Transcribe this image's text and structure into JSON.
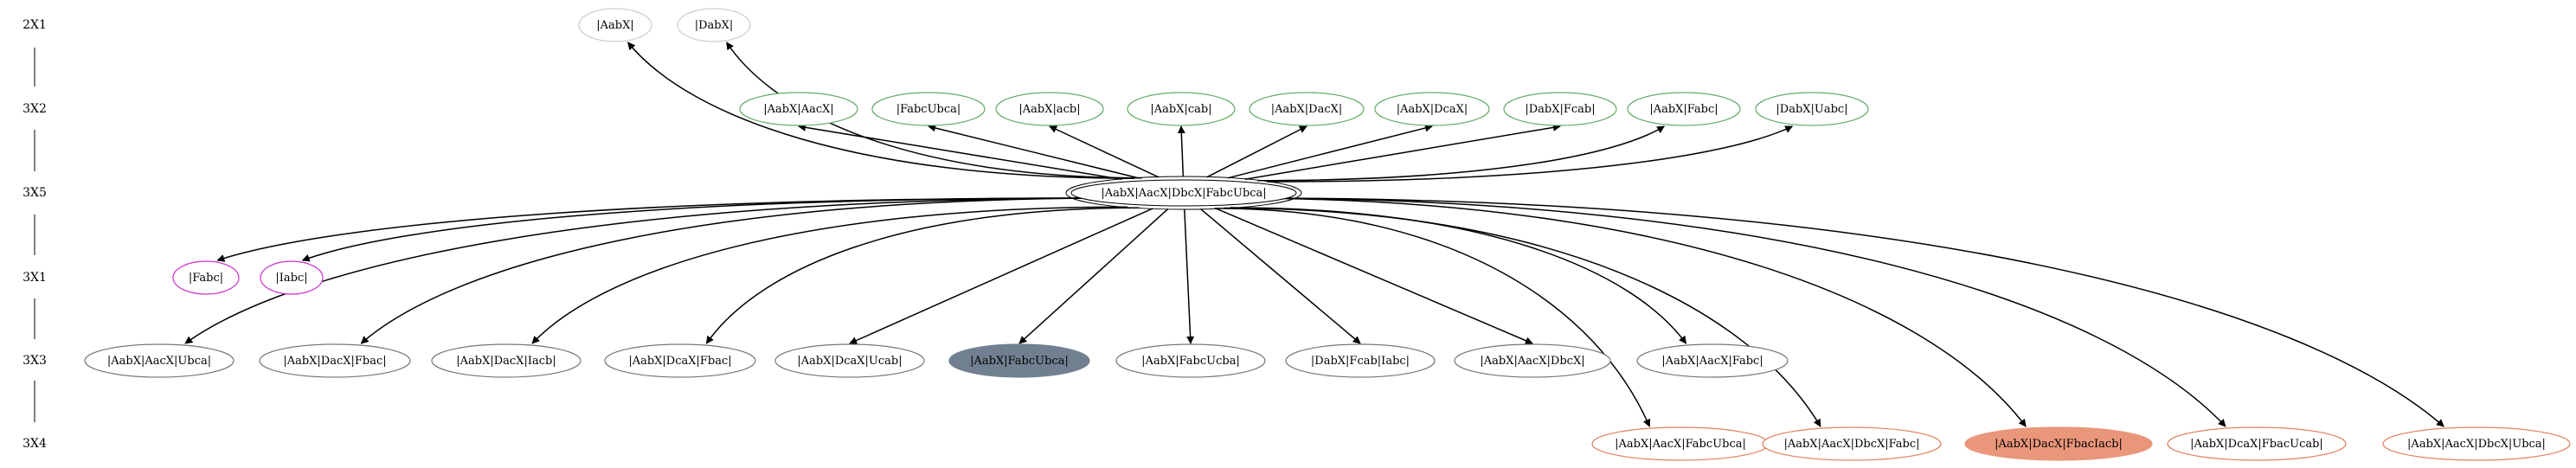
{
  "ranks": [
    {
      "id": "r1",
      "label": "2X1"
    },
    {
      "id": "r2",
      "label": "3X2"
    },
    {
      "id": "r3",
      "label": "3X5"
    },
    {
      "id": "r4",
      "label": "3X1"
    },
    {
      "id": "r5",
      "label": "3X3"
    },
    {
      "id": "r6",
      "label": "3X4"
    }
  ],
  "colors": {
    "gray_stroke": "#c8d0c8",
    "green_stroke": "#66aa66",
    "magenta_stroke": "#cc33cc",
    "dark_stroke": "#777777",
    "orange_stroke": "#e08060",
    "slate_fill": "#708090",
    "salmon_fill": "#e9967a",
    "edge": "#000000"
  },
  "center_node": {
    "id": "center",
    "label": "|AabX|AacX|DbcX|FabcUbca|"
  },
  "nodes": [
    {
      "id": "r1n1",
      "label": "|AabX|",
      "rank": "r1",
      "style": "gray"
    },
    {
      "id": "r1n2",
      "label": "|DabX|",
      "rank": "r1",
      "style": "gray"
    },
    {
      "id": "r2n1",
      "label": "|AabX|AacX|",
      "rank": "r2",
      "style": "green"
    },
    {
      "id": "r2n2",
      "label": "|FabcUbca|",
      "rank": "r2",
      "style": "green"
    },
    {
      "id": "r2n3",
      "label": "|AabX|acb|",
      "rank": "r2",
      "style": "green"
    },
    {
      "id": "r2n4",
      "label": "|AabX|cab|",
      "rank": "r2",
      "style": "green"
    },
    {
      "id": "r2n5",
      "label": "|AabX|DacX|",
      "rank": "r2",
      "style": "green"
    },
    {
      "id": "r2n6",
      "label": "|AabX|DcaX|",
      "rank": "r2",
      "style": "green"
    },
    {
      "id": "r2n7",
      "label": "|DabX|Fcab|",
      "rank": "r2",
      "style": "green"
    },
    {
      "id": "r2n8",
      "label": "|AabX|Fabc|",
      "rank": "r2",
      "style": "green"
    },
    {
      "id": "r2n9",
      "label": "|DabX|Uabc|",
      "rank": "r2",
      "style": "green"
    },
    {
      "id": "r4n1",
      "label": "|Fabc|",
      "rank": "r4",
      "style": "magenta"
    },
    {
      "id": "r4n2",
      "label": "|Iabc|",
      "rank": "r4",
      "style": "magenta"
    },
    {
      "id": "r5n1",
      "label": "|AabX|AacX|Ubca|",
      "rank": "r5",
      "style": "dark"
    },
    {
      "id": "r5n2",
      "label": "|AabX|DacX|Fbac|",
      "rank": "r5",
      "style": "dark"
    },
    {
      "id": "r5n3",
      "label": "|AabX|DacX|Iacb|",
      "rank": "r5",
      "style": "dark"
    },
    {
      "id": "r5n4",
      "label": "|AabX|DcaX|Fbac|",
      "rank": "r5",
      "style": "dark"
    },
    {
      "id": "r5n5",
      "label": "|AabX|DcaX|Ucab|",
      "rank": "r5",
      "style": "dark"
    },
    {
      "id": "r5n6",
      "label": "|AabX|FabcUbca|",
      "rank": "r5",
      "style": "slate"
    },
    {
      "id": "r5n7",
      "label": "|AabX|FabcUcba|",
      "rank": "r5",
      "style": "dark"
    },
    {
      "id": "r5n8",
      "label": "|DabX|Fcab|Iabc|",
      "rank": "r5",
      "style": "dark"
    },
    {
      "id": "r5n9",
      "label": "|AabX|AacX|DbcX|",
      "rank": "r5",
      "style": "dark"
    },
    {
      "id": "r5n10",
      "label": "|AabX|AacX|Fabc|",
      "rank": "r5",
      "style": "dark"
    },
    {
      "id": "r6n1",
      "label": "|AabX|AacX|FabcUbca|",
      "rank": "r6",
      "style": "orange"
    },
    {
      "id": "r6n2",
      "label": "|AabX|AacX|DbcX|Fabc|",
      "rank": "r6",
      "style": "orange"
    },
    {
      "id": "r6n3",
      "label": "|AabX|DacX|FbacIacb|",
      "rank": "r6",
      "style": "salmon"
    },
    {
      "id": "r6n4",
      "label": "|AabX|DcaX|FbacUcab|",
      "rank": "r6",
      "style": "orange"
    },
    {
      "id": "r6n5",
      "label": "|AabX|AacX|DbcX|Ubca|",
      "rank": "r6",
      "style": "orange"
    }
  ],
  "edges": [
    {
      "from": "center",
      "to": "r1n1"
    },
    {
      "from": "center",
      "to": "r1n2"
    },
    {
      "from": "center",
      "to": "r2n1"
    },
    {
      "from": "center",
      "to": "r2n2"
    },
    {
      "from": "center",
      "to": "r2n3"
    },
    {
      "from": "center",
      "to": "r2n4"
    },
    {
      "from": "center",
      "to": "r2n5"
    },
    {
      "from": "center",
      "to": "r2n6"
    },
    {
      "from": "center",
      "to": "r2n7"
    },
    {
      "from": "center",
      "to": "r2n8"
    },
    {
      "from": "center",
      "to": "r2n9"
    },
    {
      "from": "center",
      "to": "r4n1"
    },
    {
      "from": "center",
      "to": "r4n2"
    },
    {
      "from": "center",
      "to": "r5n1"
    },
    {
      "from": "center",
      "to": "r5n2"
    },
    {
      "from": "center",
      "to": "r5n3"
    },
    {
      "from": "center",
      "to": "r5n4"
    },
    {
      "from": "center",
      "to": "r5n5"
    },
    {
      "from": "center",
      "to": "r5n6"
    },
    {
      "from": "center",
      "to": "r5n7"
    },
    {
      "from": "center",
      "to": "r5n8"
    },
    {
      "from": "center",
      "to": "r5n9"
    },
    {
      "from": "center",
      "to": "r5n10"
    },
    {
      "from": "center",
      "to": "r6n1"
    },
    {
      "from": "center",
      "to": "r6n2"
    },
    {
      "from": "center",
      "to": "r6n3"
    },
    {
      "from": "center",
      "to": "r6n4"
    },
    {
      "from": "center",
      "to": "r6n5"
    }
  ]
}
